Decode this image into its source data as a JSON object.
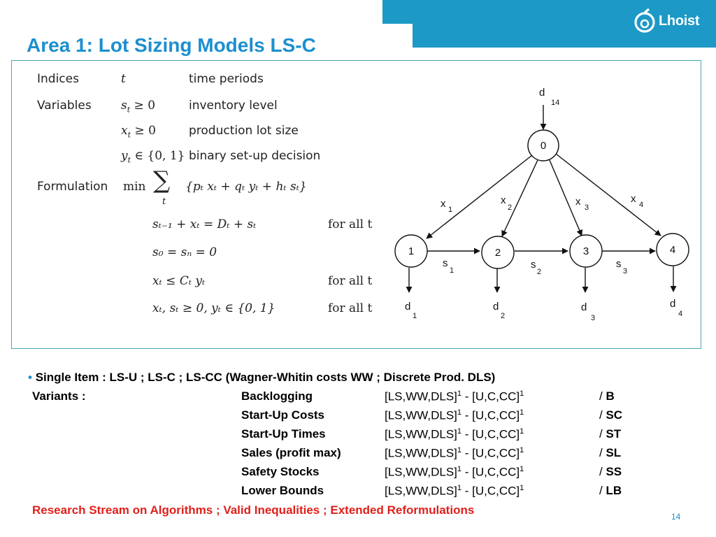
{
  "header": {
    "title": "Area 1: Lot Sizing Models   LS-C",
    "logo_text": "Lhoist",
    "accent_color": "#1c99c6",
    "title_color": "#1c8fcf"
  },
  "formulation": {
    "indices_label": "Indices",
    "indices_var": "t",
    "indices_desc": "time periods",
    "variables_label": "Variables",
    "var_s": "s",
    "var_s_sub": "t",
    "var_s_dom": " ≥ 0",
    "var_s_desc": "inventory level",
    "var_x": "x",
    "var_x_sub": "t",
    "var_x_dom": " ≥ 0",
    "var_x_desc": "production lot size",
    "var_y": "y",
    "var_y_sub": "t",
    "var_y_dom": " ∈ {0, 1}",
    "var_y_desc": "binary set-up decision",
    "formulation_label": "Formulation",
    "min": "min",
    "sum_symbol": "∑",
    "sum_index": "t",
    "objective": "{p",
    "objective_full": "{pₜ xₜ + qₜ yₜ + hₜ sₜ}",
    "c1": "sₜ₋₁ + xₜ = Dₜ + sₜ",
    "c2": "s₀ = sₙ = 0",
    "c3": "xₜ ≤ Cₜ yₜ",
    "c4": "xₜ, sₜ ≥ 0,  yₜ ∈ {0, 1}",
    "forall": "for all t"
  },
  "network": {
    "source": {
      "label": "0",
      "demand": "d",
      "demand_sub": "14"
    },
    "nodes": [
      {
        "label": "1",
        "x_label": "x",
        "x_sub": "1",
        "s_label": "s",
        "s_sub": "1",
        "d_label": "d",
        "d_sub": "1"
      },
      {
        "label": "2",
        "x_label": "x",
        "x_sub": "2",
        "s_label": "s",
        "s_sub": "2",
        "d_label": "d",
        "d_sub": "2"
      },
      {
        "label": "3",
        "x_label": "x",
        "x_sub": "3",
        "s_label": "s",
        "s_sub": "3",
        "d_label": "d",
        "d_sub": "3"
      },
      {
        "label": "4",
        "x_label": "x",
        "x_sub": "4",
        "d_label": "d",
        "d_sub": "4"
      }
    ]
  },
  "bottom": {
    "bullet": "•",
    "line1": "Single Item :   LS-U ; LS-C ; LS-CC   (Wagner-Whitin costs WW ;  Discrete Prod. DLS)",
    "variants_label": "Variants :",
    "variants": [
      {
        "name": "Backlogging",
        "classes": "[LS,WW,DLS]",
        "sep": " - [U,C,CC]",
        "sup": "1",
        "code": "B"
      },
      {
        "name": "Start-Up Costs",
        "classes": "[LS,WW,DLS]",
        "sep": " - [U,C,CC]",
        "sup": "1",
        "code": "SC"
      },
      {
        "name": "Start-Up Times",
        "classes": "[LS,WW,DLS]",
        "sep": " - [U,C,CC]",
        "sup": "1",
        "code": "ST"
      },
      {
        "name": "Sales (profit max)",
        "classes": "[LS,WW,DLS]",
        "sep": " - [U,C,CC]",
        "sup": "1",
        "code": "SL"
      },
      {
        "name": "Safety Stocks",
        "classes": "[LS,WW,DLS]",
        "sep": " - [U,C,CC]",
        "sup": "1",
        "code": "SS"
      },
      {
        "name": "Lower Bounds",
        "classes": "[LS,WW,DLS]",
        "sep": " - [U,C,CC]",
        "sup": "1",
        "code": "LB"
      }
    ],
    "research": "Research Stream on Algorithms ; Valid Inequalities ; Extended Reformulations",
    "page_number": "14"
  }
}
